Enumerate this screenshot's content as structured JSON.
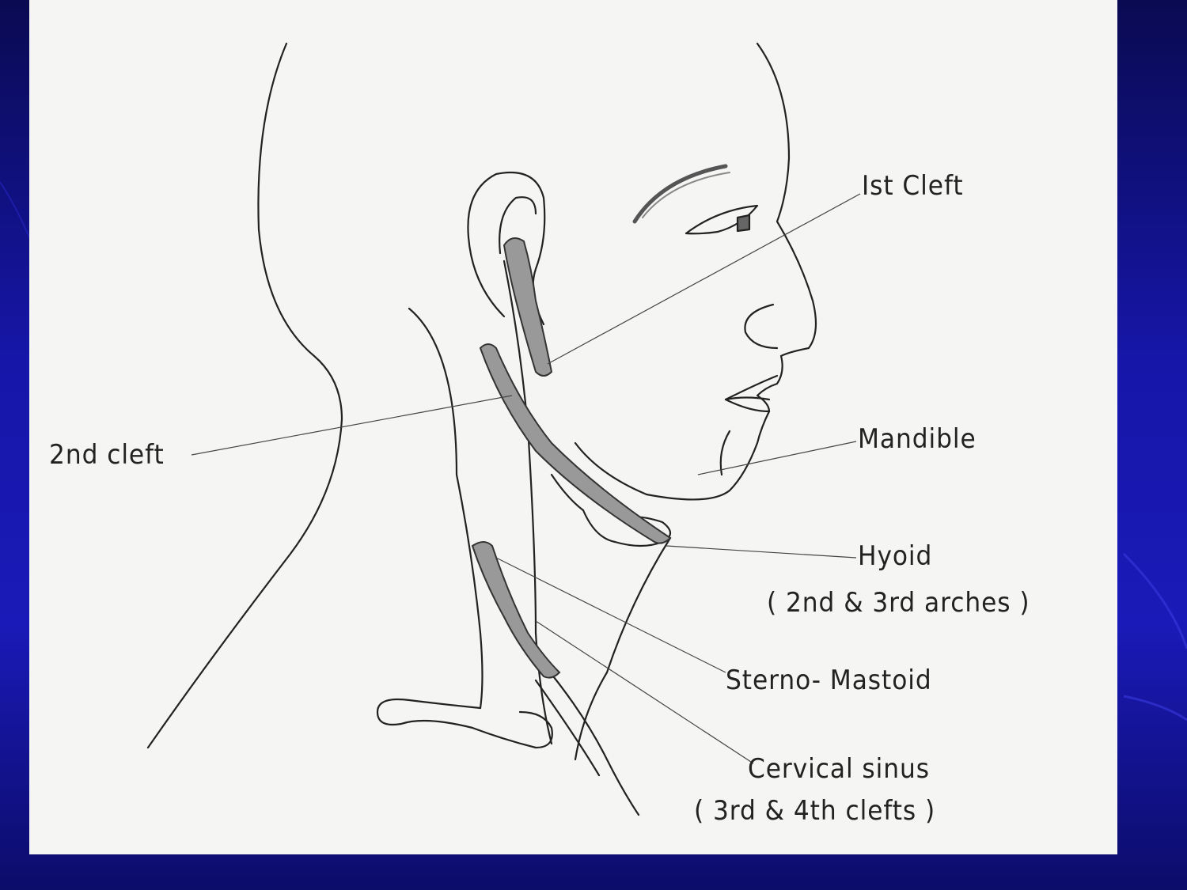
{
  "labels": {
    "first_cleft": "Ist Cleft",
    "second_cleft": "2nd cleft",
    "mandible": "Mandible",
    "hyoid": "Hyoid",
    "hyoid_sub": "( 2nd & 3rd arches )",
    "sterno_mastoid": "Sterno- Mastoid",
    "cervical_sinus": "Cervical sinus",
    "cervical_sinus_sub": "( 3rd & 4th clefts )"
  },
  "colors": {
    "slide_background": "#1a1ab8",
    "panel": "#f5f5f3",
    "ink": "#222222",
    "shading": "#888888"
  }
}
